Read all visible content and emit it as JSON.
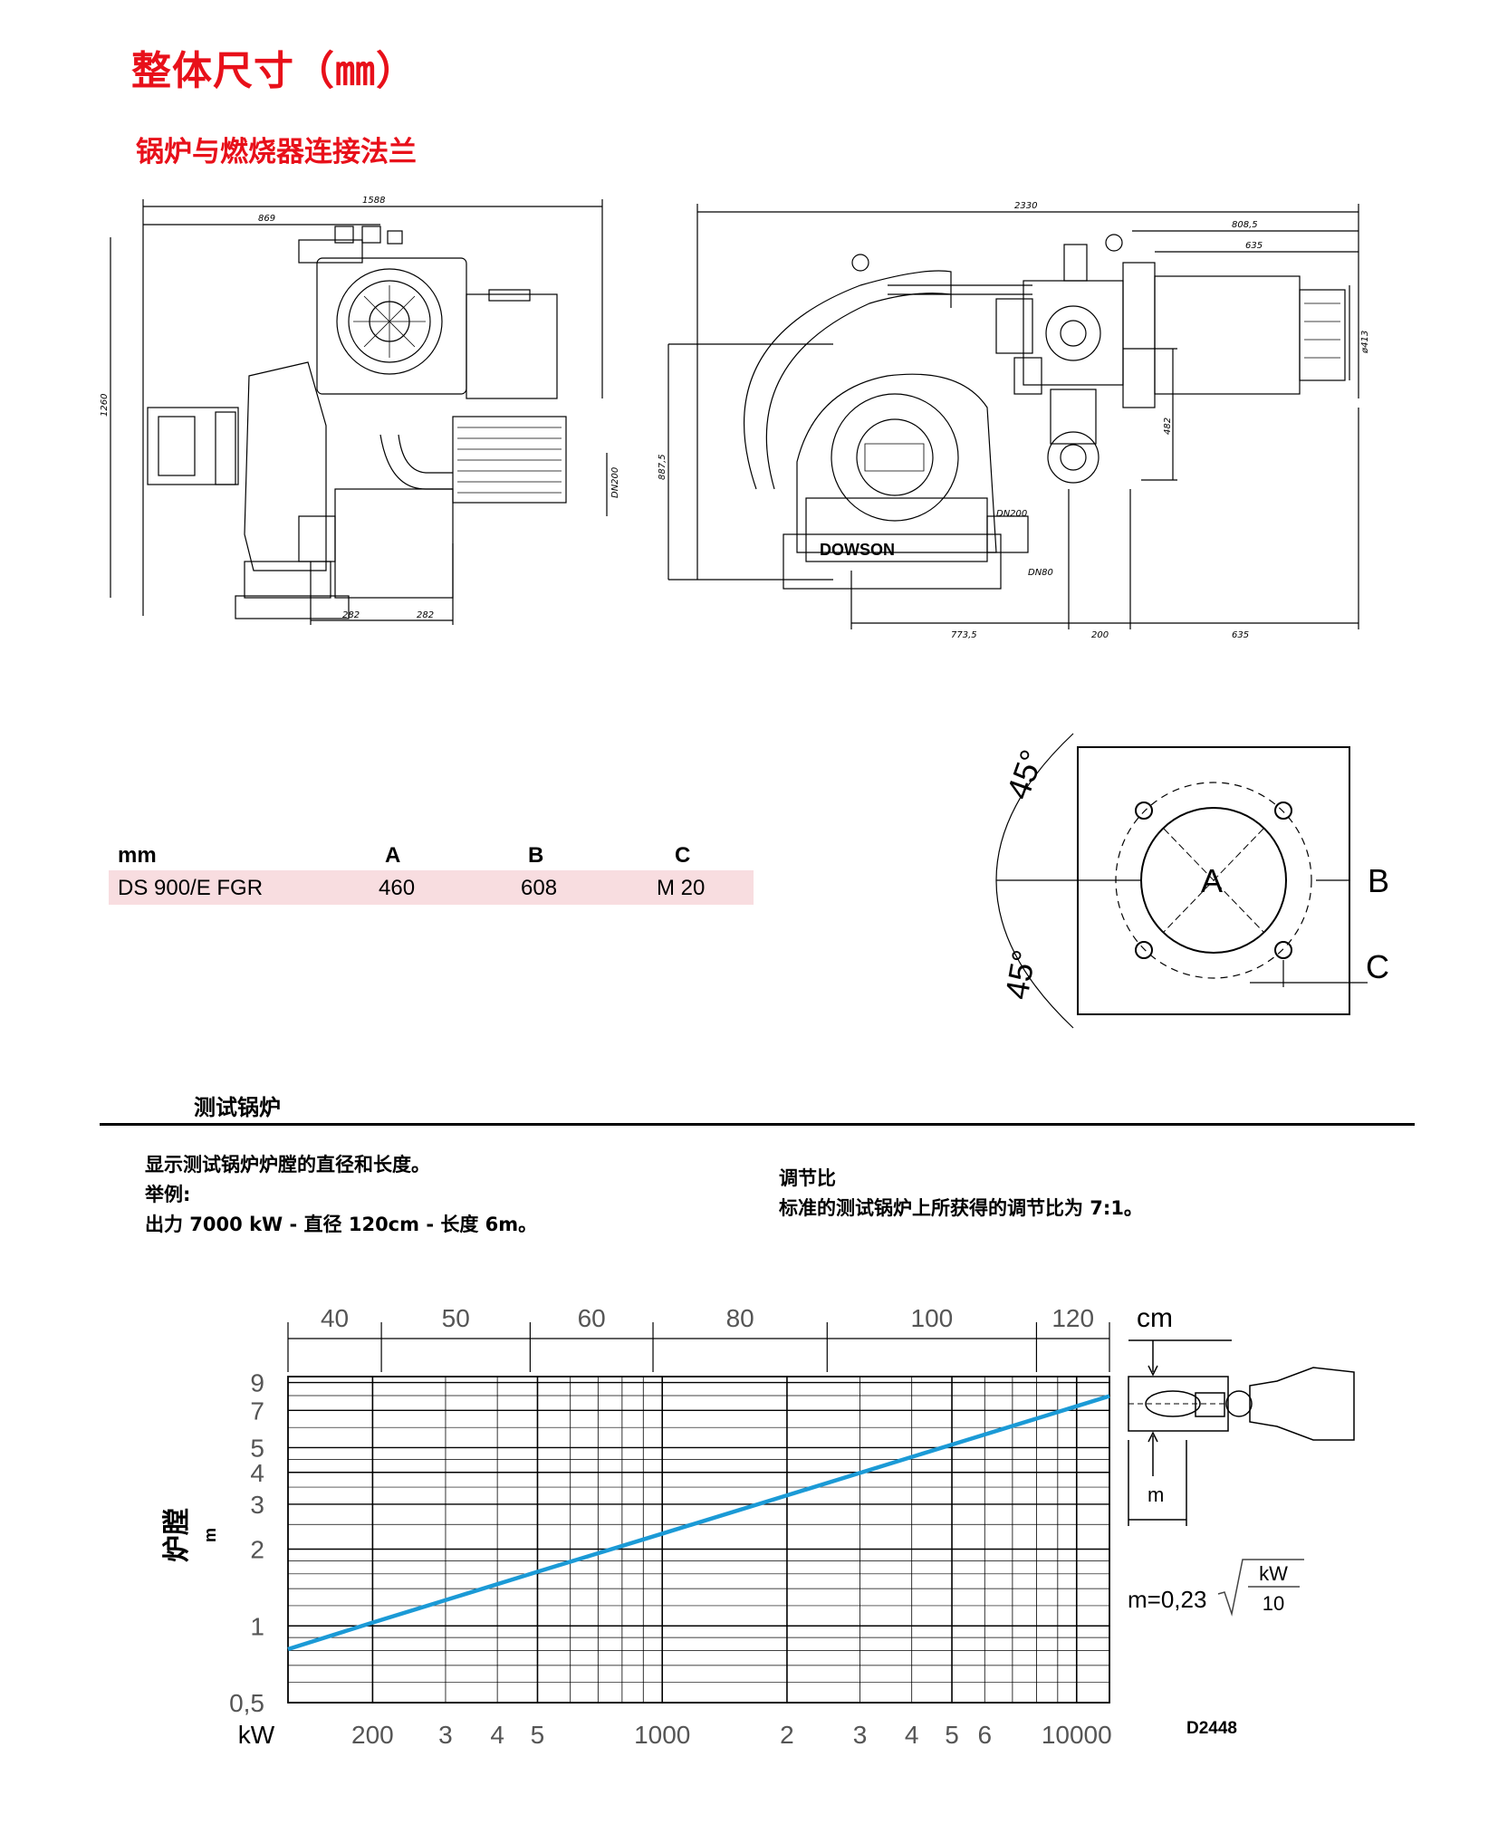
{
  "header": {
    "title": "整体尺寸（㎜）",
    "subtitle": "锅炉与燃烧器连接法兰"
  },
  "side_view": {
    "dims": {
      "total_width": "1588",
      "half_width": "869",
      "height": "1260",
      "offset_left": "282",
      "offset_right": "282",
      "pipe": "DN200"
    }
  },
  "front_view": {
    "dims": {
      "total_length": "2330",
      "right_length": "808,5",
      "right_inner": "635",
      "height": "887,5",
      "flange_height": "482",
      "diameter": "ø413",
      "pipe_gas": "DN200",
      "pipe_small": "DN80",
      "bottom_a": "773,5",
      "bottom_b": "200",
      "bottom_c": "635"
    },
    "brand": "DOWSON"
  },
  "flange": {
    "angle_top": "45°",
    "angle_bottom": "45°",
    "label_a": "A",
    "label_b": "B",
    "label_c": "C"
  },
  "spec_table": {
    "headers": [
      "mm",
      "A",
      "B",
      "C"
    ],
    "rows": [
      {
        "model": "DS 900/E FGR",
        "a": "460",
        "b": "608",
        "c": "M 20"
      }
    ]
  },
  "test_boiler": {
    "section_title": "测试锅炉",
    "desc_line1": "显示测试锅炉炉膛的直径和长度。",
    "example_label": "举例:",
    "example_text": "出力 7000 kW - 直径 120cm - 长度 6m。",
    "regulation_title": "调节比",
    "regulation_text": "标准的测试锅炉上所获得的调节比为 7:1。"
  },
  "chart_data": {
    "type": "line",
    "title": "",
    "x_scale": "log",
    "x_unit": "kW",
    "x_tick_labels": [
      "200",
      "3",
      "4",
      "5",
      "1000",
      "2",
      "3",
      "4",
      "5",
      "6",
      "10000"
    ],
    "x_tick_values": [
      200,
      300,
      400,
      500,
      1000,
      2000,
      3000,
      4000,
      5000,
      6000,
      10000
    ],
    "xlim": [
      125,
      12000
    ],
    "y_scale": "log",
    "y_unit": "m",
    "ylabel": "炉膛",
    "y_tick_labels": [
      "0,5",
      "1",
      "2",
      "3",
      "4",
      "5",
      "7",
      "9"
    ],
    "y_tick_values": [
      0.5,
      1,
      2,
      3,
      4,
      5,
      7,
      9
    ],
    "ylim": [
      0.5,
      9.5
    ],
    "top_axis_unit": "cm",
    "top_axis_labels": [
      "40",
      "50",
      "60",
      "80",
      "100",
      "120"
    ],
    "formula": "m=0,23",
    "formula_num": "kW",
    "formula_den": "10",
    "series": [
      {
        "values": [
          [
            125,
            0.81
          ],
          [
            200,
            1.03
          ],
          [
            500,
            1.63
          ],
          [
            1000,
            2.3
          ],
          [
            2000,
            3.25
          ],
          [
            5000,
            5.14
          ],
          [
            10000,
            7.27
          ],
          [
            12000,
            7.97
          ]
        ]
      }
    ],
    "line_color": "#1b9ad6",
    "drawing_code": "D2448"
  },
  "combustion_sketch": {
    "unit_top": "cm",
    "unit_bottom": "m"
  }
}
